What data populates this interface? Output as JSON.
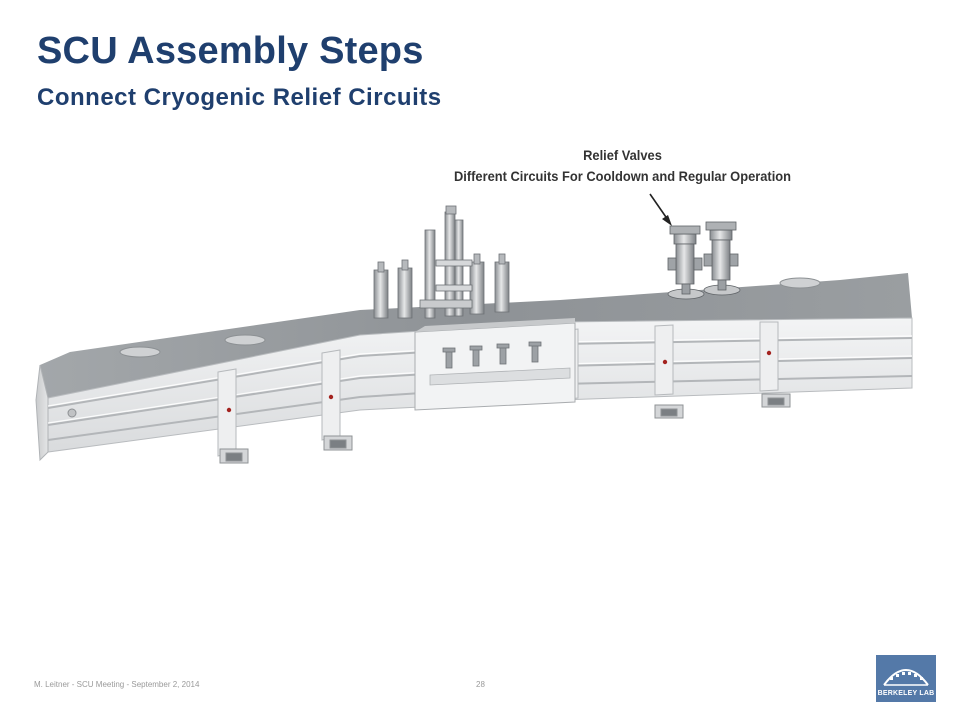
{
  "slide": {
    "title": "SCU Assembly Steps",
    "subtitle": "Connect Cryogenic Relief Circuits",
    "callout_line1": "Relief Valves",
    "callout_line2": "Different Circuits For Cooldown and Regular Operation"
  },
  "footer": {
    "left_text": "M. Leitner - SCU Meeting - September 2, 2014",
    "page_number": "28"
  },
  "logo": {
    "text": "BERKELEY LAB"
  },
  "colors": {
    "title": "#1f3f6e",
    "logo_bg": "#5479a8",
    "cryostat_body": "#e9eaeb",
    "cryostat_top": "#8f9396"
  }
}
